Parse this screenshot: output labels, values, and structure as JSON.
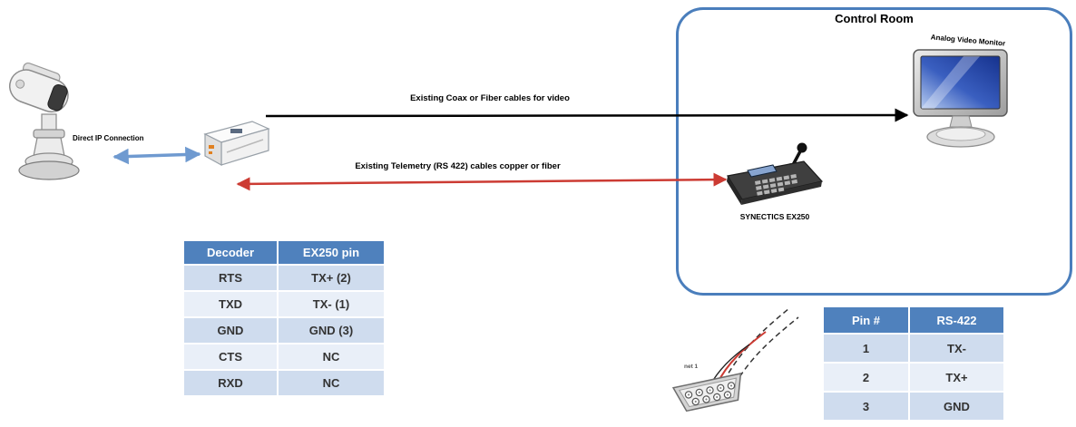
{
  "colors": {
    "control_room_border": "#4a7ebc",
    "video_cable": "#000000",
    "telemetry_cable": "#cc3b33",
    "ip_link": "#6f9ad0",
    "table_header_bg": "#4f81bd",
    "table_header_text": "#ffffff",
    "table_row_odd": "#cfdcee",
    "table_row_even": "#e9eff8"
  },
  "control_room": {
    "title": "Control Room"
  },
  "labels": {
    "monitor": "Analog Video Monitor",
    "keyboard": "SYNECTICS EX250",
    "connector": "net 1"
  },
  "connections": {
    "direct_ip": "Direct IP Connection",
    "video": "Existing Coax or Fiber cables for video",
    "telemetry": "Existing Telemetry (RS 422) cables copper or fiber"
  },
  "decoder_table": {
    "headers": [
      "Decoder",
      "EX250 pin"
    ],
    "rows": [
      [
        "RTS",
        "TX+ (2)"
      ],
      [
        "TXD",
        "TX- (1)"
      ],
      [
        "GND",
        "GND (3)"
      ],
      [
        "CTS",
        "NC"
      ],
      [
        "RXD",
        "NC"
      ]
    ]
  },
  "rs422_table": {
    "headers": [
      "Pin #",
      "RS-422"
    ],
    "rows": [
      [
        "1",
        "TX-"
      ],
      [
        "2",
        "TX+"
      ],
      [
        "3",
        "GND"
      ]
    ]
  }
}
